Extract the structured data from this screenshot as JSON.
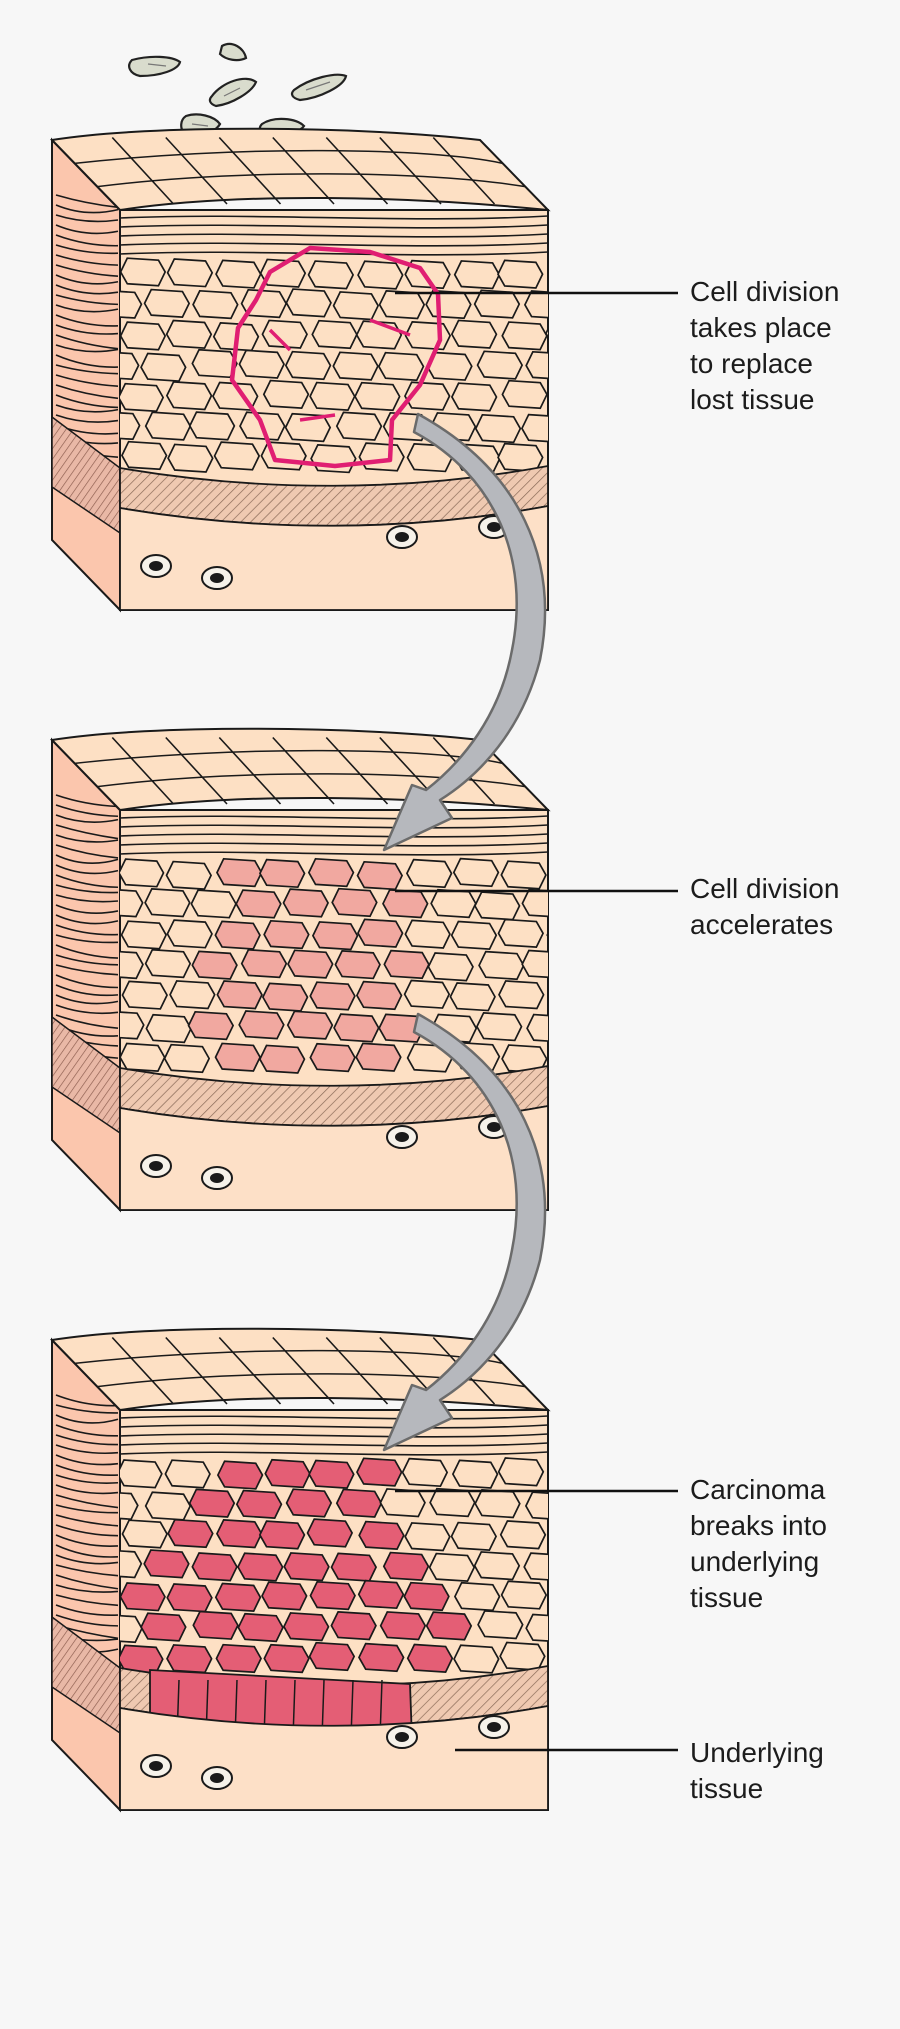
{
  "labels": {
    "stage1": [
      "Cell division",
      "takes place",
      "to replace",
      "lost tissue"
    ],
    "stage2": [
      "Cell division",
      "accelerates"
    ],
    "stage3": [
      "Carcinoma",
      "breaks into",
      "underlying",
      "tissue"
    ],
    "underlying": [
      "Underlying",
      "tissue"
    ]
  },
  "colors": {
    "background": "#f7f7f7",
    "skin_cell": "#fde0c4",
    "skin_side": "#fbc6ad",
    "basal_layer": "#e8bfa6",
    "dermis": "#fde0c7",
    "stage1_outline": "#e01e72",
    "stage2_fill": "#f1a8a0",
    "stage3_fill": "#e45e75",
    "arrow_fill": "#b6b8bd",
    "arrow_stroke": "#6b6b6b",
    "leader_line": "#111111"
  },
  "icons": {
    "shed_cells": "flaking-skin-cell-icon",
    "dermis_cells": "connective-tissue-cell-icon"
  }
}
